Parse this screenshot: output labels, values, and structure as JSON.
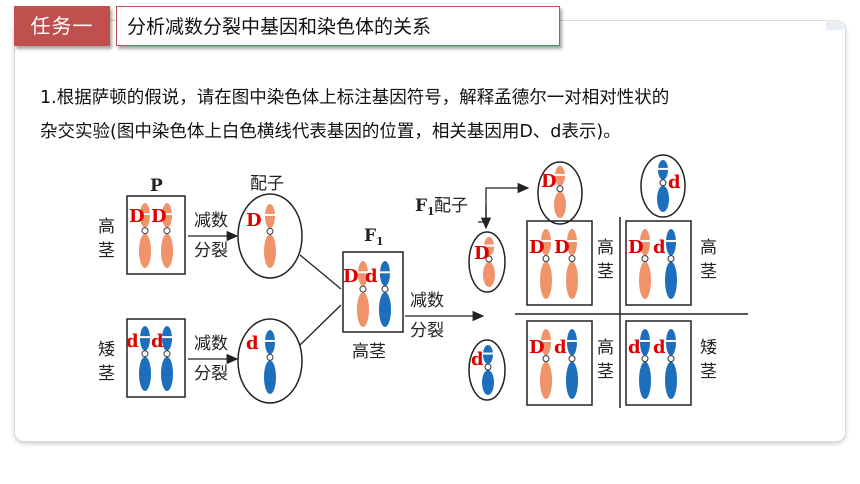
{
  "header": {
    "tag": "任务一",
    "title": "分析减数分裂中基因和染色体的关系"
  },
  "question": {
    "line1": "1.根据萨顿的假说，请在图中染色体上标注基因符号，解释孟德尔一对相对性状的",
    "line2": "杂交实验(图中染色体上白色横线代表基因的位置，相关基因用D、d表示)。"
  },
  "figure": {
    "p_label": "P",
    "f1_label": "F",
    "f1_sub": "1",
    "f1_gamete_label": "配子",
    "gamete_label": "配子",
    "meiosis_label": [
      "减数",
      "分裂"
    ],
    "tall_label": [
      "高",
      "茎"
    ],
    "dwarf_label": [
      "矮",
      "茎"
    ],
    "f1_phenotype": "高茎",
    "genes": {
      "dominant": "D",
      "recessive": "d"
    },
    "colors": {
      "tall_chromosome": "#f0926a",
      "dwarf_chromosome": "#1d6fbe",
      "gene_label": "#e00000"
    }
  }
}
